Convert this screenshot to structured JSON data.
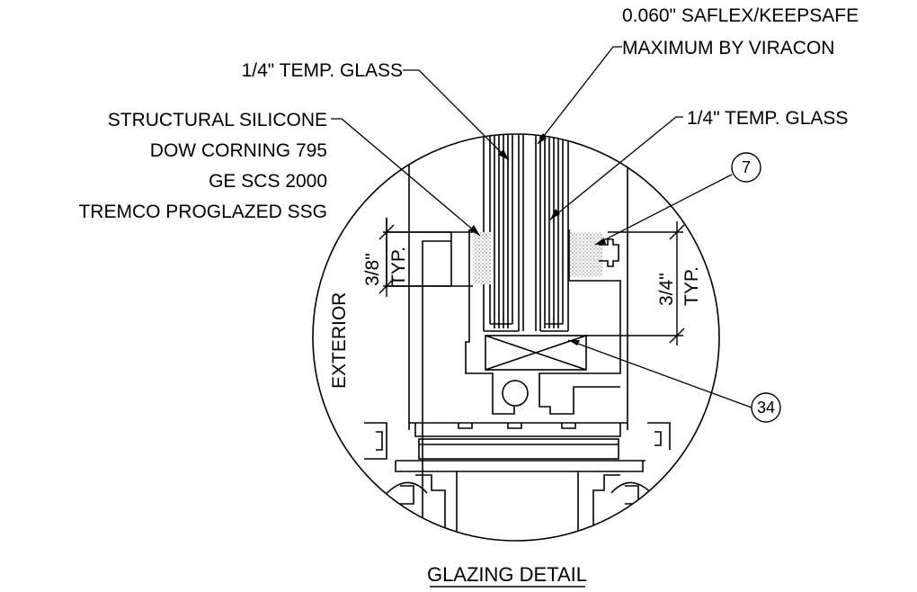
{
  "title": "GLAZING DETAIL",
  "labels": {
    "interlayer_line1": "0.060\" SAFLEX/KEEPSAFE",
    "interlayer_line2": "MAXIMUM BY VIRACON",
    "outer_glass": "1/4\" TEMP. GLASS",
    "inner_glass": "1/4\" TEMP. GLASS",
    "silicone_line1": "STRUCTURAL SILICONE",
    "silicone_line2": "DOW CORNING  795",
    "silicone_line3": "GE SCS 2000",
    "silicone_line4": "TREMCO PROGLAZED SSG",
    "exterior": "EXTERIOR",
    "dim_left_value": "3/8\"",
    "dim_left_note": "TYP.",
    "dim_right_value": "3/4\"",
    "dim_right_note": "TYP."
  },
  "callouts": {
    "gasket": "7",
    "setting_block": "34"
  }
}
